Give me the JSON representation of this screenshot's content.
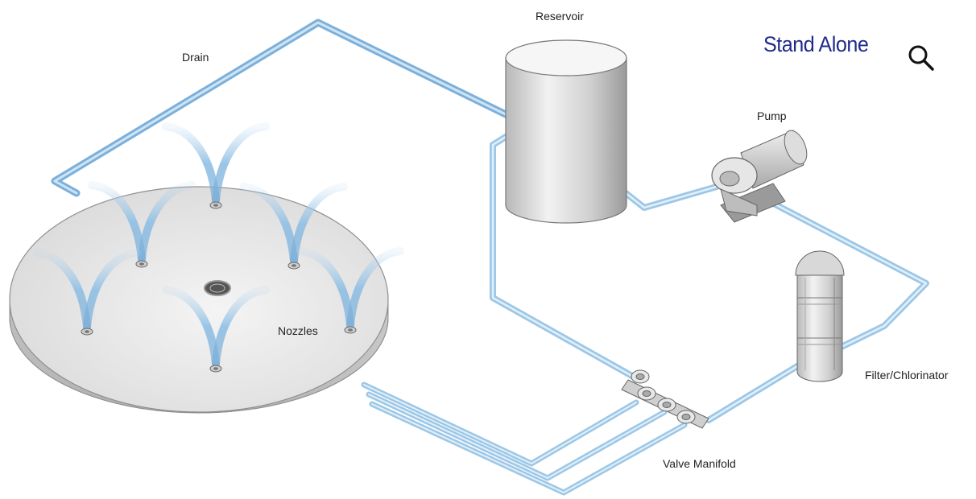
{
  "header": {
    "title": "Stand Alone",
    "search_icon": "search-icon"
  },
  "labels": {
    "drain": "Drain",
    "reservoir": "Reservoir",
    "pump": "Pump",
    "nozzles": "Nozzles",
    "filter": "Filter/Chlorinator",
    "valve_manifold": "Valve Manifold"
  },
  "colors": {
    "pipe": "#9cc7e6",
    "pipe_dark": "#6fa8d6",
    "title": "#1f2a8c"
  }
}
